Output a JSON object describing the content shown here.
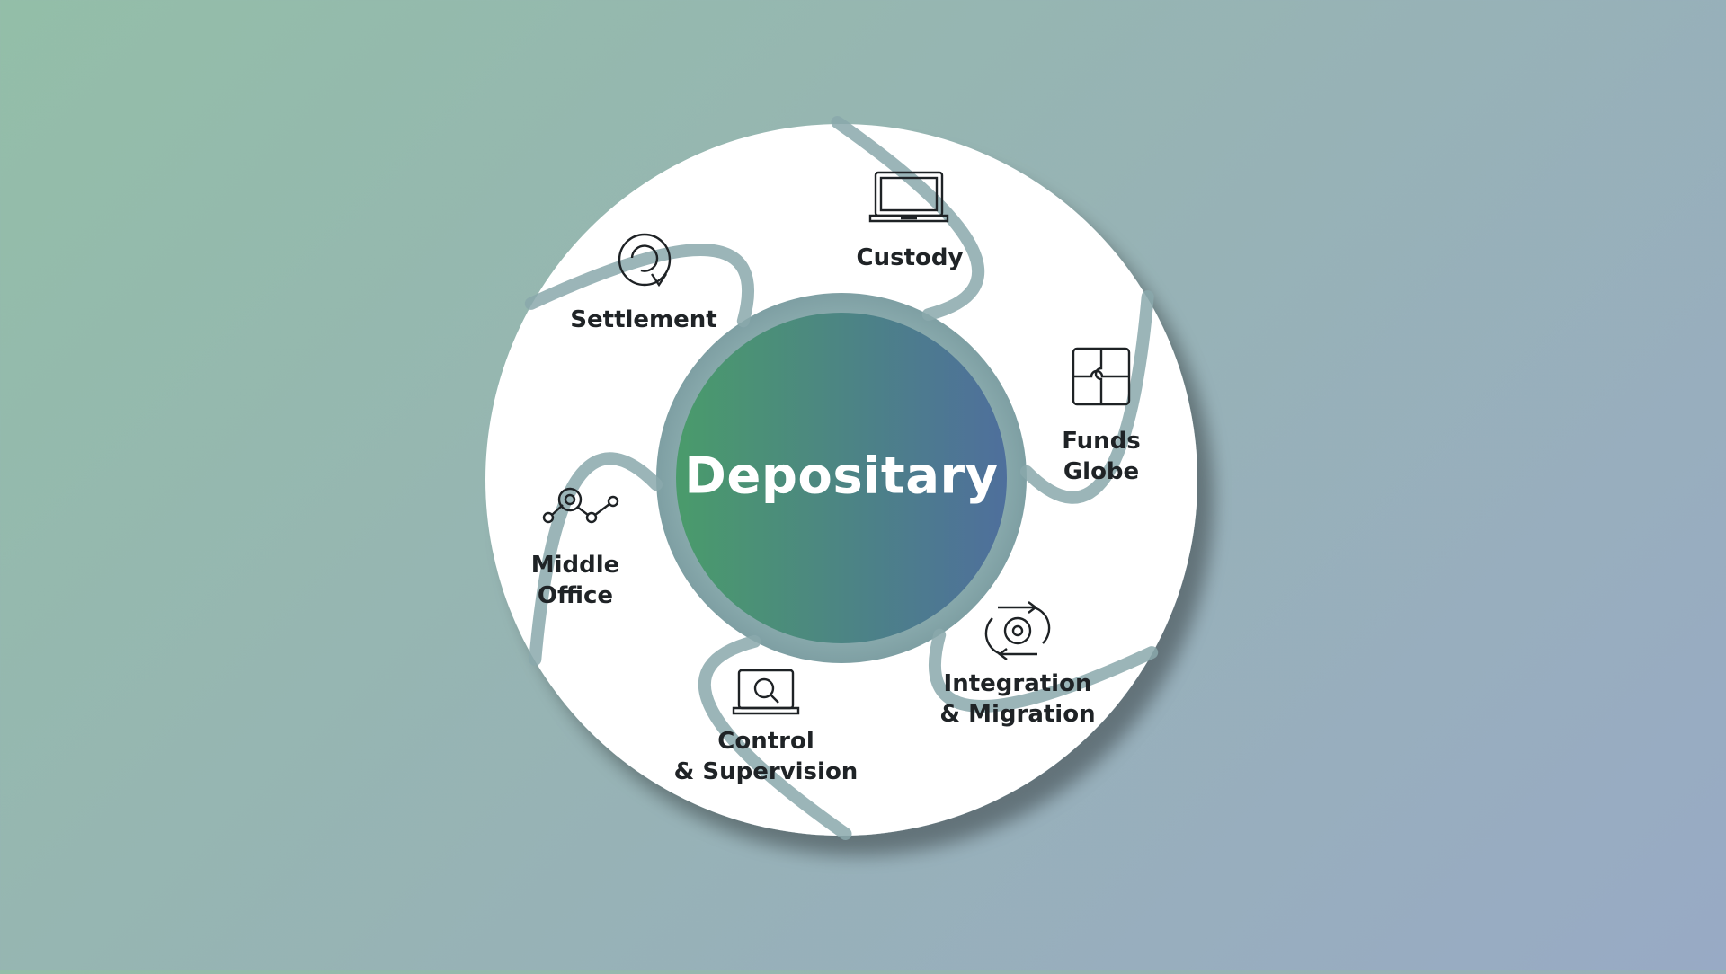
{
  "center": {
    "title": "Depositary"
  },
  "segments": [
    {
      "id": "custody",
      "label": "Custody",
      "icon": "laptop-icon"
    },
    {
      "id": "funds-globe",
      "label": "Funds\nGlobe",
      "icon": "puzzle-icon"
    },
    {
      "id": "integration-migration",
      "label": "Integration\n& Migration",
      "icon": "gear-cycle-icon"
    },
    {
      "id": "control-supervision",
      "label": "Control\n& Supervision",
      "icon": "laptop-search-icon"
    },
    {
      "id": "middle-office",
      "label": "Middle\nOffice",
      "icon": "line-chart-icon"
    },
    {
      "id": "settlement",
      "label": "Settlement",
      "icon": "refresh-icon"
    }
  ],
  "colors": {
    "background_start": "#93bea8",
    "background_end": "#98aac5",
    "center_gradient_start": "#4a9b6b",
    "center_gradient_end": "#4e6f9c",
    "segment_fill": "#ffffff",
    "segment_shadow": "#6f8e8f",
    "ring_inner": "#8fb0b2"
  }
}
